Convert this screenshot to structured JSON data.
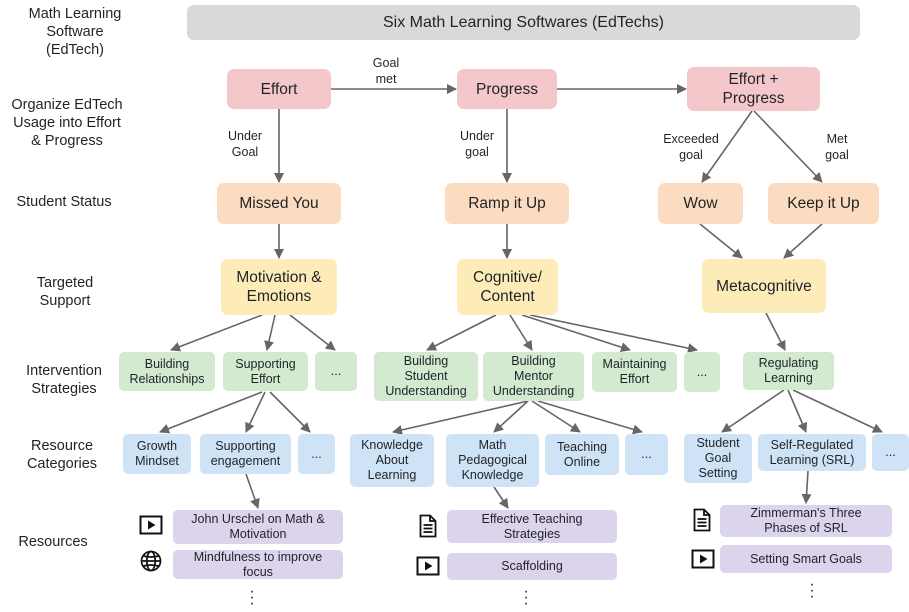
{
  "row_labels": {
    "software": "Math Learning\nSoftware\n(EdTech)",
    "organize": "Organize EdTech\nUsage into Effort\n& Progress",
    "status": "Student Status",
    "support": "Targeted\nSupport",
    "strategies": "Intervention\nStrategies",
    "categories": "Resource\nCategories",
    "resources": "Resources"
  },
  "top": "Six Math Learning Softwares (EdTechs)",
  "usage": {
    "effort": "Effort",
    "progress": "Progress",
    "effort_progress": "Effort +\nProgress"
  },
  "edges": {
    "goal_met": "Goal\nmet",
    "under_goal_1": "Under\nGoal",
    "under_goal_2": "Under\ngoal",
    "exceeded_goal": "Exceeded\ngoal",
    "met_goal": "Met\ngoal"
  },
  "status": {
    "missed_you": "Missed You",
    "ramp_it_up": "Ramp it Up",
    "wow": "Wow",
    "keep_it_up": "Keep it Up"
  },
  "support": {
    "motivation": "Motivation &\nEmotions",
    "cognitive": "Cognitive/\nContent",
    "metacognitive": "Metacognitive"
  },
  "strategies": {
    "building_relationships": "Building\nRelationships",
    "supporting_effort": "Supporting\nEffort",
    "more_1": "...",
    "building_student": "Building\nStudent\nUnderstanding",
    "building_mentor": "Building\nMentor\nUnderstanding",
    "maintaining_effort": "Maintaining\nEffort",
    "more_2": "...",
    "regulating_learning": "Regulating\nLearning"
  },
  "categories": {
    "growth_mindset": "Growth\nMindset",
    "supporting_engagement": "Supporting\nengagement",
    "more_1": "...",
    "knowledge_about_learning": "Knowledge\nAbout\nLearning",
    "math_pedagogical": "Math\nPedagogical\nKnowledge",
    "teaching_online": "Teaching\nOnline",
    "more_2": "...",
    "student_goal_setting": "Student\nGoal\nSetting",
    "self_regulated": "Self-Regulated\nLearning (SRL)",
    "more_3": "..."
  },
  "resources": {
    "john_urschel": "John Urschel on Math &\nMotivation",
    "mindfulness": "Mindfulness to improve\nfocus",
    "effective_teaching": "Effective Teaching\nStrategies",
    "scaffolding": "Scaffolding",
    "zimmerman": "Zimmerman's Three\nPhases of SRL",
    "smart_goals": "Setting Smart Goals"
  },
  "icons": {
    "video": "video-play-icon",
    "web": "globe-icon",
    "document": "document-icon"
  },
  "colors": {
    "usage": "#f4c7cb",
    "status": "#fbdcc0",
    "support": "#fdebb8",
    "strategy": "#d3ead0",
    "category": "#cfe3f6",
    "resource": "#dcd4ec",
    "header": "#d9d9d9",
    "arrow": "#666666"
  }
}
